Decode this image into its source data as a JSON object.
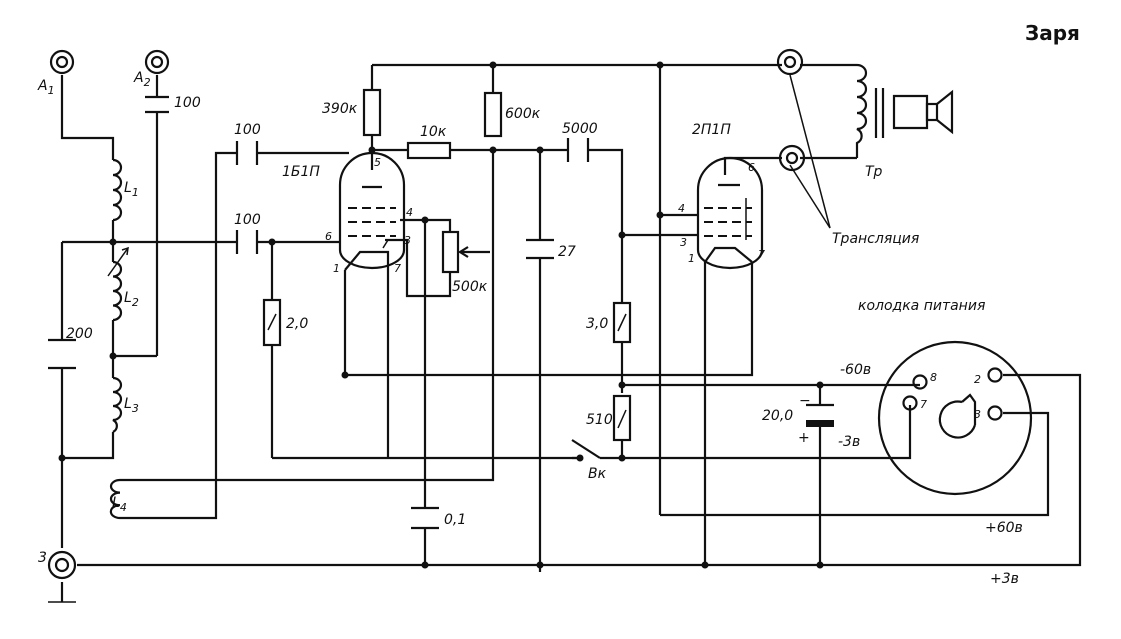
{
  "title": "Заря",
  "terminals": {
    "a1": "A",
    "a1_sub": "1",
    "a2": "A",
    "a2_sub": "2",
    "ground": "3"
  },
  "inductors": {
    "l1": "L",
    "l1_sub": "1",
    "l2": "L",
    "l2_sub": "2",
    "l3": "L",
    "l3_sub": "3",
    "l4": "L",
    "l4_sub": "4"
  },
  "capacitors": {
    "c_a2": "100",
    "c_200": "200",
    "c_top": "100",
    "c_grid": "100",
    "c_coupling": "5000",
    "c_27": "27",
    "c_01": "0,1",
    "c_electrolytic": "20,0"
  },
  "resistors": {
    "r_390k": "390к",
    "r_10k": "10к",
    "r_600k": "600к",
    "r_grid": "2,0",
    "r_pot": "500к",
    "r_30": "3,0",
    "r_510": "510"
  },
  "tubes": {
    "v1": {
      "name": "1Б1П",
      "pins": [
        "5",
        "4",
        "6",
        "3",
        "1",
        "7"
      ]
    },
    "v2": {
      "name": "2П1П",
      "pins": [
        "6",
        "4",
        "3",
        "1",
        "7"
      ]
    }
  },
  "output": {
    "transformer": "Тр",
    "broadcast": "Трансляция"
  },
  "power": {
    "block_label": "колодка питания",
    "minus60": "-60в",
    "minus3": "-3в",
    "plus60": "+60в",
    "plus3": "+3в",
    "pin8": "8",
    "pin7": "7",
    "pin2": "2",
    "pin3": "3",
    "cap_minus": "−",
    "cap_plus": "+"
  },
  "switch": {
    "label": "Вк"
  }
}
